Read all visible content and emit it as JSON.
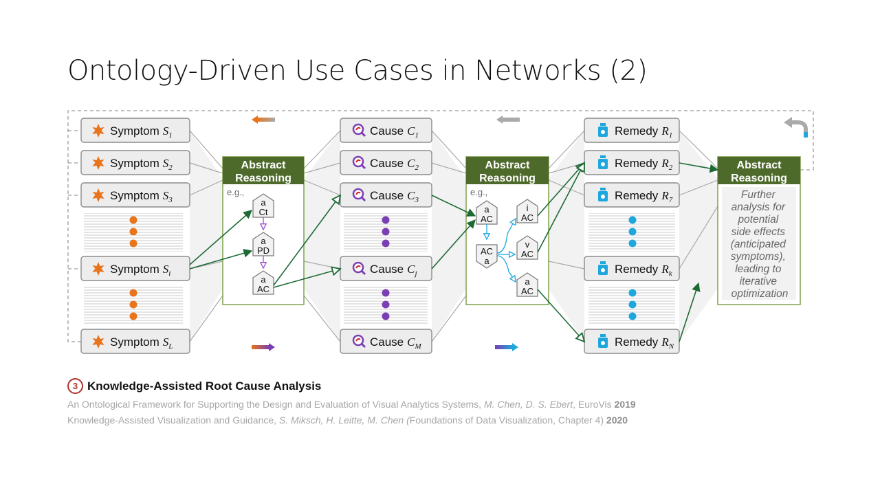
{
  "slide": {
    "title": "Ontology-Driven Use Cases in Networks (2)"
  },
  "diagram": {
    "symptoms": [
      {
        "label": "Symptom",
        "var": "S",
        "sub": "1"
      },
      {
        "label": "Symptom",
        "var": "S",
        "sub": "2"
      },
      {
        "label": "Symptom",
        "var": "S",
        "sub": "3"
      },
      {
        "label": "Symptom",
        "var": "S",
        "sub": "i"
      },
      {
        "label": "Symptom",
        "var": "S",
        "sub": "L"
      }
    ],
    "causes": [
      {
        "label": "Cause",
        "var": "C",
        "sub": "1"
      },
      {
        "label": "Cause",
        "var": "C",
        "sub": "2"
      },
      {
        "label": "Cause",
        "var": "C",
        "sub": "3"
      },
      {
        "label": "Cause",
        "var": "C",
        "sub": "j"
      },
      {
        "label": "Cause",
        "var": "C",
        "sub": "M"
      }
    ],
    "remedies": [
      {
        "label": "Remedy",
        "var": "R",
        "sub": "1"
      },
      {
        "label": "Remedy",
        "var": "R",
        "sub": "2"
      },
      {
        "label": "Remedy",
        "var": "R",
        "sub": "7"
      },
      {
        "label": "Remedy",
        "var": "R",
        "sub": "k"
      },
      {
        "label": "Remedy",
        "var": "R",
        "sub": "N"
      }
    ],
    "abstract_title": [
      "Abstract",
      "Reasoning"
    ],
    "eg_label": "e.g.,",
    "reasoning1_nodes": [
      {
        "top": "a",
        "bottom": "Ct"
      },
      {
        "top": "a",
        "bottom": "PD"
      },
      {
        "top": "a",
        "bottom": "AC"
      }
    ],
    "reasoning2_nodes": [
      {
        "top": "a",
        "bottom": "AC"
      },
      {
        "top": "AC",
        "bottom": "a"
      },
      {
        "top": "i",
        "bottom": "AC"
      },
      {
        "top": "v",
        "bottom": "AC"
      },
      {
        "top": "a",
        "bottom": "AC"
      }
    ],
    "further_text": [
      "Further",
      "analysis for",
      "potential",
      "side effects",
      "(anticipated",
      "symptoms),",
      "leading to",
      "iterative",
      "optimization"
    ],
    "colors": {
      "symptom": "#e8741c",
      "cause": "#7b3fb4",
      "remedy": "#1da7dd",
      "abstract": "#4e6a2b",
      "edge": "#1d6a35",
      "edge_blue": "#1da7dd",
      "edge_purple": "#9d4fd0"
    }
  },
  "caption": {
    "number": "3",
    "text": "Knowledge-Assisted Root Cause Analysis"
  },
  "references": [
    {
      "title": "An Ontological Framework for Supporting the Design and Evaluation of Visual Analytics Systems, ",
      "authors": "M. Chen, D. S. Ebert",
      "venue": ", EuroVis ",
      "year": "2019"
    },
    {
      "title": "Knowledge-Assisted Visualization and Guidance, ",
      "authors": "S. Miksch, H. Leitte, M. Chen (",
      "venue": "Foundations of Data Visualization, Chapter 4) ",
      "year": "2020"
    }
  ]
}
